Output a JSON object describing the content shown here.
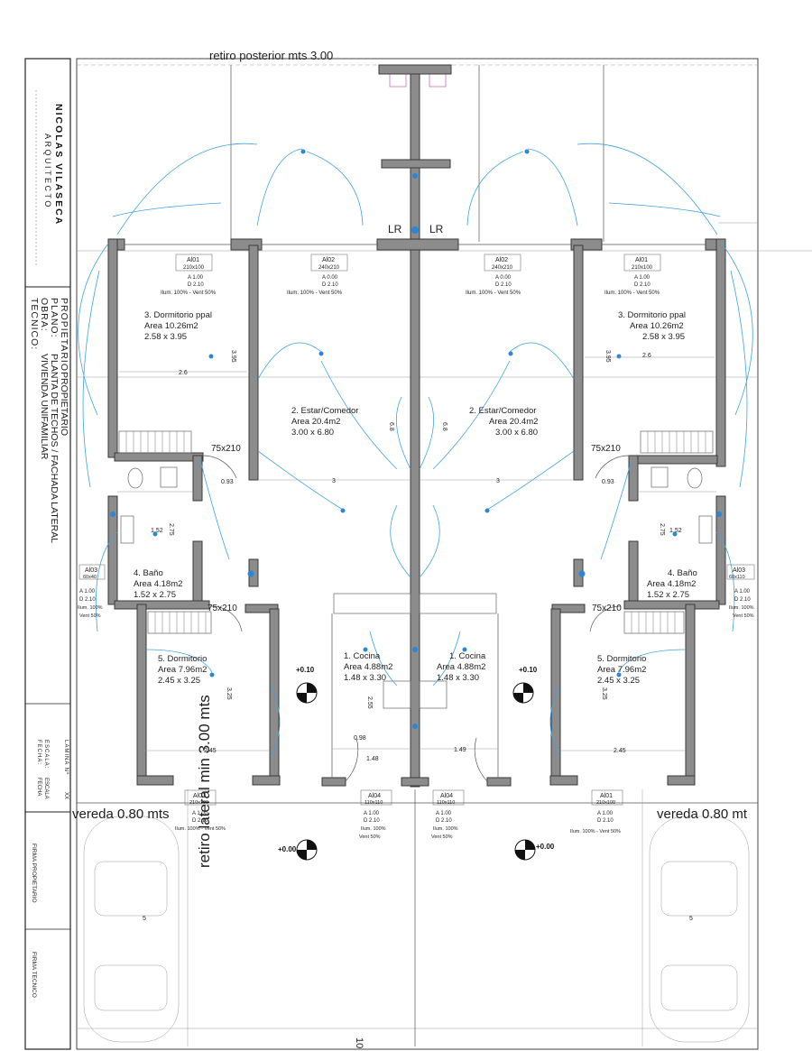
{
  "title_block": {
    "architect_name": "NICOLAS VILASECA",
    "architect_title": "ARQUITECTO",
    "owner_label": "PROPIETARIO:",
    "owner_value": "PROPIETARIO",
    "plan_label": "PLANO:",
    "plan_value": "PLANTA DE TECHOS / FACHADA LATERAL",
    "obra_label": "OBRA:",
    "obra_value": "VIVIENDA UNIFAMILIAR",
    "tecnico_label": "TECNICO:",
    "lamina_label": "LAMINA Nº",
    "lamina_value": "XX",
    "escala_label": "ESCALA:",
    "escala_value": "ESCALA",
    "fecha_label": "FECHA:",
    "fecha_value": "FECHA",
    "firma_propietario": "FIRMA PROPIETARIO",
    "firma_tecnico": "FIRMA TECNICO"
  },
  "plan": {
    "top_label": "retiro posterior mts 3.00",
    "lr_left": "LR",
    "lr_right": "LR",
    "vereda_left": "vereda 0.80 mts",
    "vereda_right": "vereda 0.80 mt",
    "retiro_lateral": "retiro lateral min 3.00 mts",
    "bottom_number": "10",
    "level_010_left": "+0.10",
    "level_010_right": "+0.10",
    "level_000_left": "+0.00",
    "level_000_right": "+0.00",
    "parking_dim_left": "5",
    "parking_dim_right": "5",
    "rooms_left": {
      "dorm_ppal": {
        "name": "3. Dormitorio ppal",
        "area": "Area 10.26m2",
        "dims": "2.58 x 3.95"
      },
      "estar": {
        "name": "2. Estar/Comedor",
        "area": "Area 20.4m2",
        "dims": "3.00 x 6.80"
      },
      "bano": {
        "name": "4. Baño",
        "area": "Area 4.18m2",
        "dims": "1.52 x 2.75"
      },
      "dorm": {
        "name": "5. Dormitorio",
        "area": "Area 7.96m2",
        "dims": "2.45 x 3.25"
      },
      "cocina": {
        "name": "1. Cocina",
        "area": "Area 4.88m2",
        "dims": "1.48 x 3.30"
      }
    },
    "rooms_right": {
      "dorm_ppal": {
        "name": "3. Dormitorio ppal",
        "area": "Area 10.26m2",
        "dims": "2.58 x 3.95"
      },
      "estar": {
        "name": "2. Estar/Comedor",
        "area": "Area 20.4m2",
        "dims": "3.00 x 6.80"
      },
      "bano": {
        "name": "4. Baño",
        "area": "Area 4.18m2",
        "dims": "1.52 x 2.75"
      },
      "dorm": {
        "name": "5. Dormitorio",
        "area": "Area 7.96m2",
        "dims": "2.45 x 3.25"
      },
      "cocina": {
        "name": "1. Cocina",
        "area": "Area 4.88m2",
        "dims": "1.48 x 3.30"
      }
    },
    "windows": {
      "al01_tl": {
        "code": "Al01",
        "size": "210x100",
        "a": "A 1.00",
        "d": "D 2.10",
        "ilum": "Ilum. 100% - Vent 50%"
      },
      "al02_l": {
        "code": "Al02",
        "size": "240x210",
        "a": "A 0.00",
        "d": "D 2.10",
        "ilum": "Ilum. 100% - Vent 50%"
      },
      "al02_r": {
        "code": "Al02",
        "size": "240x210",
        "a": "A 0.00",
        "d": "D 2.10",
        "ilum": "Ilum. 100% - Vent 50%"
      },
      "al01_tr": {
        "code": "Al01",
        "size": "210x100",
        "a": "A 1.00",
        "d": "D 2.10",
        "ilum": "Ilum. 100% - Vent 50%"
      },
      "al03_l": {
        "code": "Al03",
        "size": "60x40",
        "a": "A 1.00",
        "d": "D 2.10",
        "ilum": "Ilum. 100%",
        "vent": "Vent 50%"
      },
      "al03_r": {
        "code": "Al03",
        "size": "60x110",
        "a": "A 1.00",
        "d": "D 2.10",
        "ilum": "Ilum. 100%",
        "vent": "Vent 50%"
      },
      "al01_bl": {
        "code": "Al01",
        "size": "210x100",
        "a": "A 1.00",
        "d": "D 2.10",
        "ilum": "Ilum. 100% - Vent 50%"
      },
      "al04_l": {
        "code": "Al04",
        "size": "110x110",
        "a": "A 1.00",
        "d": "D 2.10",
        "ilum": "Ilum. 100%",
        "vent": "Vent 50%"
      },
      "al04_r": {
        "code": "Al04",
        "size": "110x110",
        "a": "A 1.00",
        "d": "D 2.10",
        "ilum": "Ilum. 100%",
        "vent": "Vent 50%"
      },
      "al01_br": {
        "code": "Al01",
        "size": "210x100",
        "a": "A 1.00",
        "d": "D 2.10",
        "ilum": "Ilum. 100% - Vent 50%"
      }
    },
    "doors": {
      "d1": "75x210",
      "d2": "75x210",
      "d3": "75x210",
      "d4": "75x210"
    },
    "dims": {
      "w_26_l": "2.6",
      "w_26_r": "2.6",
      "h_395_l": "3.95",
      "h_395_r": "3.95",
      "h_68_l": "6.8",
      "h_68_r": "6.8",
      "w_3_l": "3",
      "w_3_r": "3",
      "w_093_l": "0.93",
      "w_093_r": "0.93",
      "w_152_l": "1.52",
      "w_152_r": "1.52",
      "h_275_l": "2.75",
      "h_275_r": "2.75",
      "h_325_l": "3.25",
      "h_325_r": "3.25",
      "w_245_l": "2.45",
      "w_245_r": "2.45",
      "h_255": "2.55",
      "w_098": "0.98",
      "w_148_l": "1.48",
      "w_148_r": "1.49"
    }
  }
}
